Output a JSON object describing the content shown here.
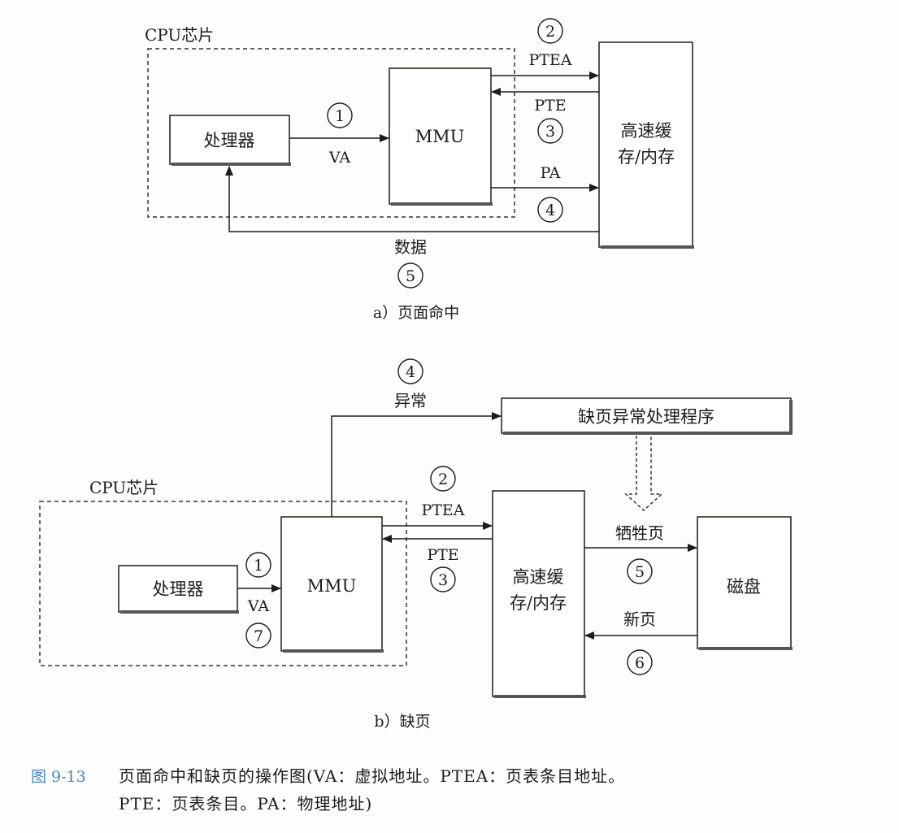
{
  "diagram_a": {
    "chip_label": "CPU芯片",
    "processor": "处理器",
    "mmu": "MMU",
    "memory_line1": "高速缓",
    "memory_line2": "存/内存",
    "va": "VA",
    "ptea": "PTEA",
    "pte": "PTE",
    "pa": "PA",
    "data": "数据",
    "steps": [
      "1",
      "2",
      "3",
      "4",
      "5"
    ],
    "subtitle": "a）页面命中"
  },
  "diagram_b": {
    "chip_label": "CPU芯片",
    "processor": "处理器",
    "mmu": "MMU",
    "memory_line1": "高速缓",
    "memory_line2": "存/内存",
    "handler": "缺页异常处理程序",
    "disk": "磁盘",
    "va": "VA",
    "ptea": "PTEA",
    "pte": "PTE",
    "exception": "异常",
    "victim": "牺牲页",
    "new_page": "新页",
    "steps": [
      "1",
      "2",
      "3",
      "4",
      "5",
      "6",
      "7"
    ],
    "subtitle": "b）缺页"
  },
  "caption": {
    "number": "图 9-13",
    "line1": "页面命中和缺页的操作图(VA：虚拟地址。PTEA：页表条目地址。",
    "line2": "PTE：页表条目。PA：物理地址)"
  }
}
